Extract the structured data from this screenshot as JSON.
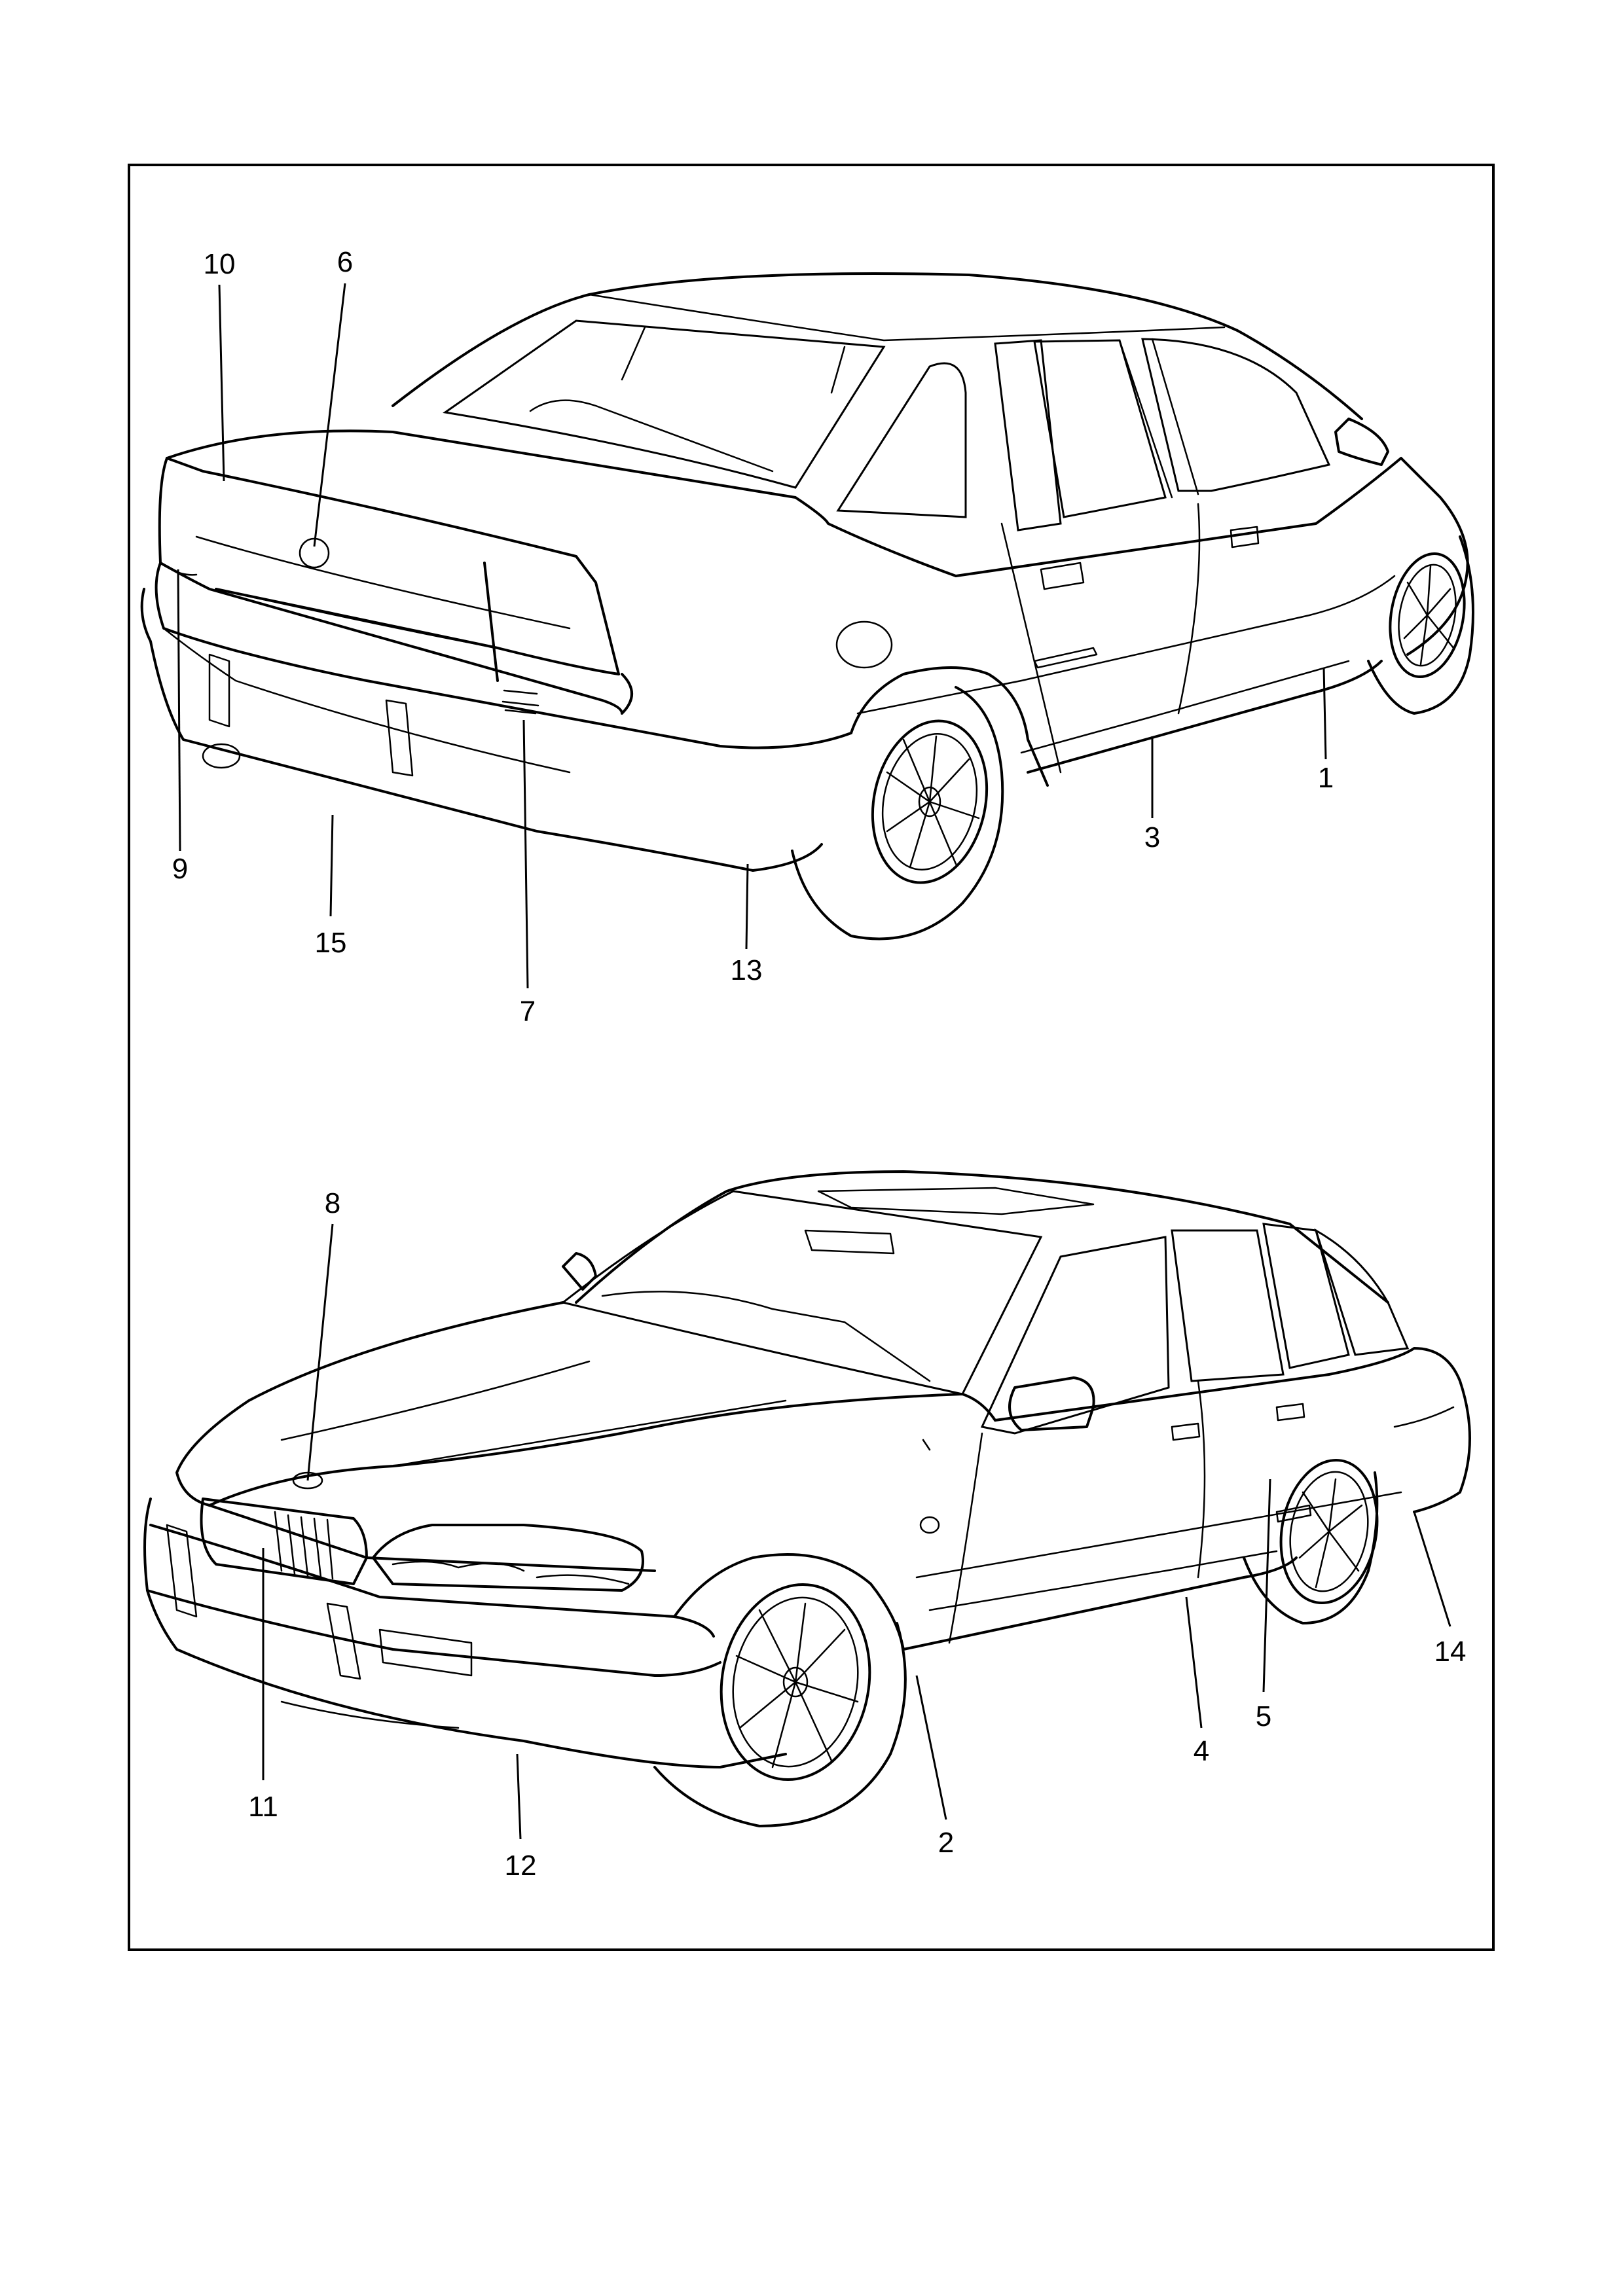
{
  "diagram": {
    "views": [
      {
        "name": "rear-three-quarter-view",
        "callouts": [
          "10",
          "6",
          "9",
          "15",
          "7",
          "13",
          "3",
          "1"
        ]
      },
      {
        "name": "front-three-quarter-view",
        "callouts": [
          "8",
          "11",
          "12",
          "2",
          "4",
          "5",
          "14"
        ]
      }
    ],
    "callouts": {
      "c1": "1",
      "c2": "2",
      "c3": "3",
      "c4": "4",
      "c5": "5",
      "c6": "6",
      "c7": "7",
      "c8": "8",
      "c9": "9",
      "c10": "10",
      "c11": "11",
      "c12": "12",
      "c13": "13",
      "c14": "14",
      "c15": "15"
    }
  }
}
